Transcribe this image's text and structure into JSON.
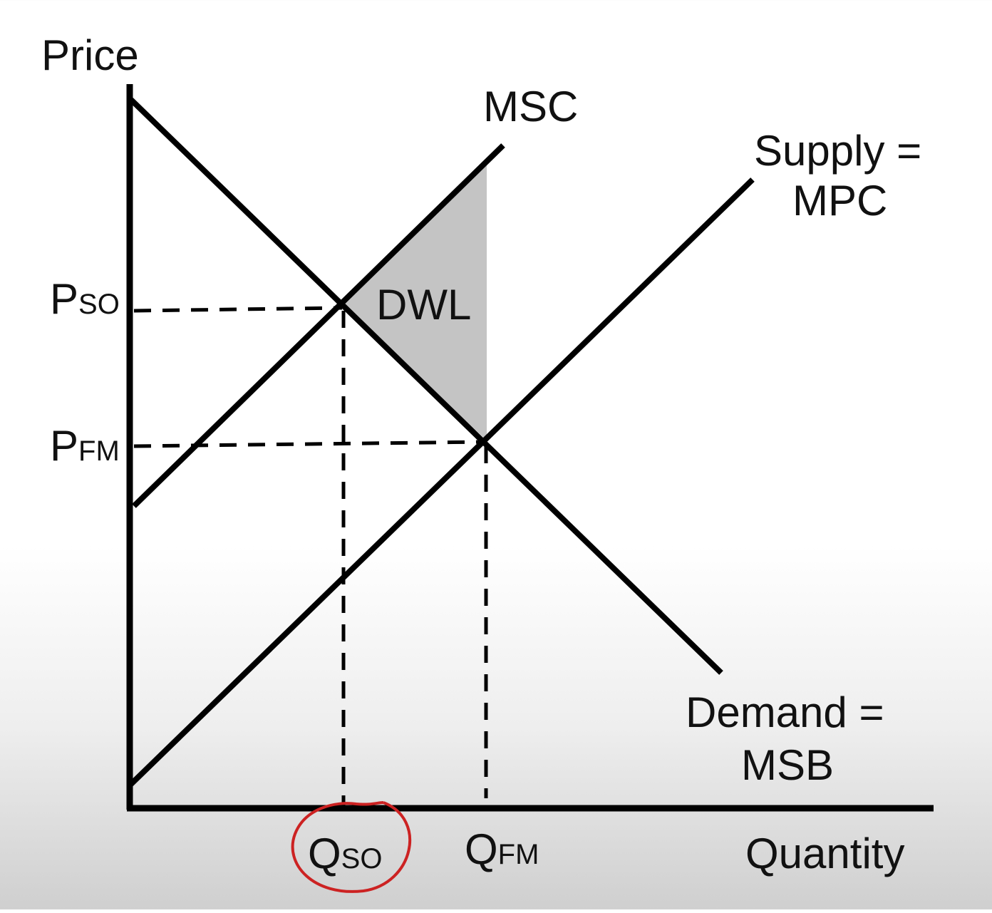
{
  "axes": {
    "y_label": "Price",
    "x_label": "Quantity"
  },
  "curves": {
    "msc_label": "MSC",
    "supply_label_line1": "Supply =",
    "supply_label_line2": "MPC",
    "demand_label_line1": "Demand =",
    "demand_label_line2": "MSB"
  },
  "area": {
    "dwl_label": "DWL",
    "fill_color": "#c4c4c4"
  },
  "price_ticks": {
    "pso": {
      "main": "P",
      "sub": "SO"
    },
    "pfm": {
      "main": "P",
      "sub": "FM"
    }
  },
  "quantity_ticks": {
    "qso": {
      "main": "Q",
      "sub": "SO"
    },
    "qfm": {
      "main": "Q",
      "sub": "FM"
    }
  },
  "annotation": {
    "circled_label": "qso",
    "circle_color": "#cc2222"
  }
}
